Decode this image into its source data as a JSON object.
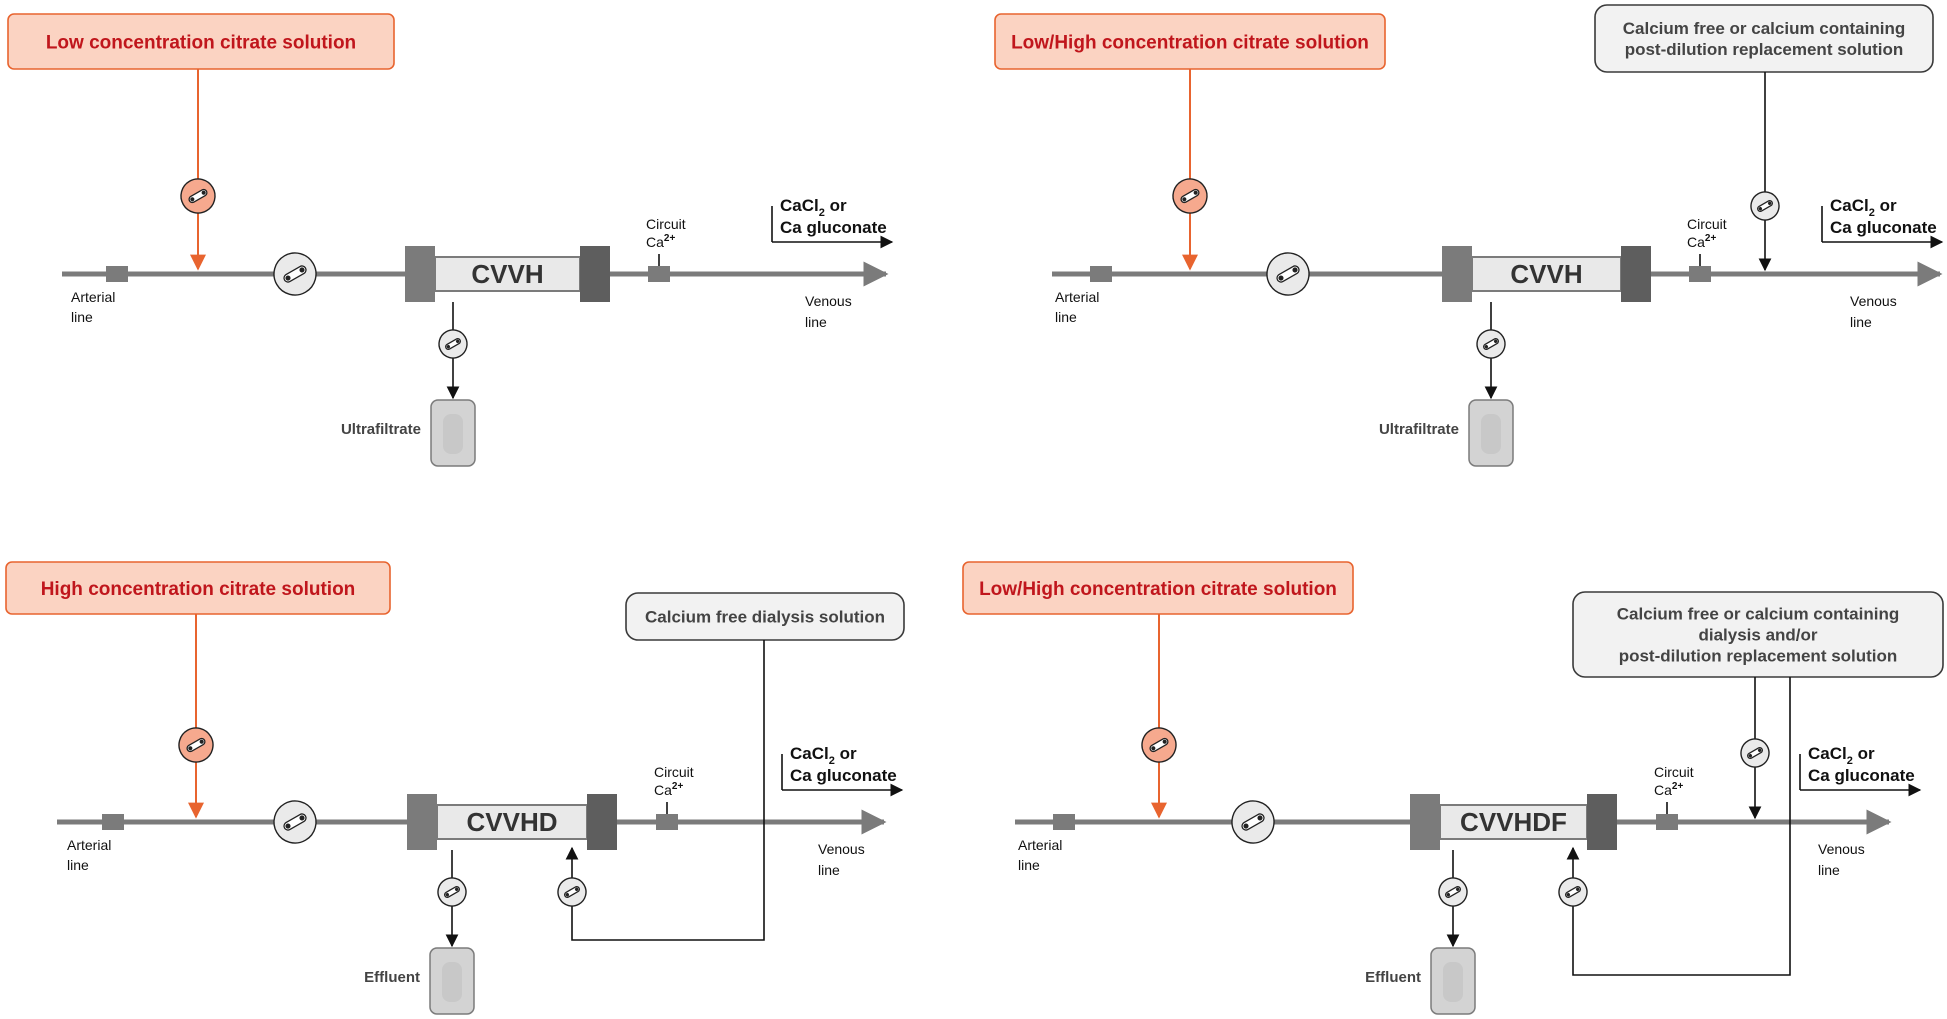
{
  "panels": [
    {
      "id": "cvvh-low",
      "citrate_label": "Low concentration citrate solution",
      "filter_label": "CVVH",
      "arterial_label": [
        "Arterial",
        "line"
      ],
      "venous_label": [
        "Venous",
        "line"
      ],
      "circuit_label": "Circuit",
      "ca_label": "Ca",
      "ca_superscript": "2+",
      "cacl_line1": "CaCl",
      "cacl_subscript": "2",
      "cacl_suffix": " or",
      "cacl_line2": "Ca gluconate",
      "outflow_label": "Ultrafiltrate",
      "solution_label": []
    },
    {
      "id": "cvvh-lowhigh",
      "citrate_label": "Low/High concentration citrate solution",
      "filter_label": "CVVH",
      "arterial_label": [
        "Arterial",
        "line"
      ],
      "venous_label": [
        "Venous",
        "line"
      ],
      "circuit_label": "Circuit",
      "ca_label": "Ca",
      "ca_superscript": "2+",
      "cacl_line1": "CaCl",
      "cacl_subscript": "2",
      "cacl_suffix": " or",
      "cacl_line2": "Ca gluconate",
      "outflow_label": "Ultrafiltrate",
      "solution_label": [
        "Calcium free or calcium containing",
        "post-dilution replacement solution"
      ]
    },
    {
      "id": "cvvhd-high",
      "citrate_label": "High concentration citrate solution",
      "filter_label": "CVVHD",
      "arterial_label": [
        "Arterial",
        "line"
      ],
      "venous_label": [
        "Venous",
        "line"
      ],
      "circuit_label": "Circuit",
      "ca_label": "Ca",
      "ca_superscript": "2+",
      "cacl_line1": "CaCl",
      "cacl_subscript": "2",
      "cacl_suffix": " or",
      "cacl_line2": "Ca gluconate",
      "outflow_label": "Effluent",
      "solution_label": [
        "Calcium free dialysis solution"
      ]
    },
    {
      "id": "cvvhdf-lowhigh",
      "citrate_label": "Low/High concentration citrate solution",
      "filter_label": "CVVHDF",
      "arterial_label": [
        "Arterial",
        "line"
      ],
      "venous_label": [
        "Venous",
        "line"
      ],
      "circuit_label": "Circuit",
      "ca_label": "Ca",
      "ca_superscript": "2+",
      "cacl_line1": "CaCl",
      "cacl_subscript": "2",
      "cacl_suffix": " or",
      "cacl_line2": "Ca gluconate",
      "outflow_label": "Effluent",
      "solution_label": [
        "Calcium free or calcium containing",
        "dialysis and/or",
        "post-dilution replacement solution"
      ]
    }
  ],
  "colors": {
    "citrate_text": "#c0161c",
    "citrate_fill": "#fbd3c2",
    "citrate_line": "#e8642f",
    "blood_line": "#7b7b7b",
    "solution_box_fill": "#f2f2f2"
  }
}
